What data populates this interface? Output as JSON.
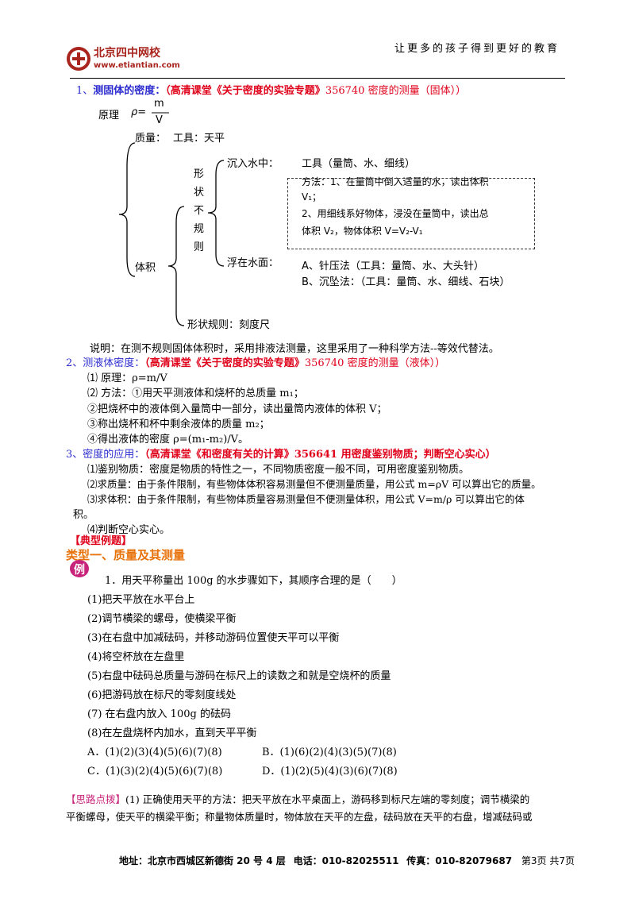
{
  "header": {
    "slogan": "让更多的孩子得到更好的教育",
    "logo_cn": "北京四中网校",
    "logo_url": "www.etiantian.com"
  },
  "sec1": {
    "num": "1、",
    "title": "测固体的密度：",
    "link": "（高清课堂《关于密度的实验专题》",
    "code": "356740 密度的测量（固体））"
  },
  "diagram": {
    "principle": "原理",
    "rho": "ρ=",
    "m": "m",
    "v": "V",
    "mass": "质量：",
    "mass_tool": "工具：天平",
    "shape_irregular": [
      "形",
      "状",
      "不",
      "规",
      "则"
    ],
    "sink": "沉入水中：",
    "sink_tool": "工具（量筒、水、细线）",
    "method_1": "方法：1、在量筒中倒入适量的水，读出体积",
    "method_1b": "V₁；",
    "method_2": "2、用细线系好物体，浸没在量筒中，读出总",
    "method_2b": "体积 V₂，物体体积 V=V₂-V₁",
    "float": "浮在水面：",
    "float_a": "A、针压法（工具：量筒、水、大头针）",
    "float_b": "B、沉坠法：（工具：量筒、水、细线、石块）",
    "volume": "体积",
    "regular": "形状规则：刻度尺"
  },
  "note": "说明：在测不规则固体体积时，采用排液法测量，这里采用了一种科学方法--等效代替法。",
  "sec2": {
    "num": "2、",
    "title": "测液体密度：",
    "link": "（高清课堂《关于密度的实验专题》",
    "code": "356740 密度的测量（液体））",
    "items": [
      "⑴ 原理：ρ=m/V",
      "⑵ 方法：①用天平测液体和烧杯的总质量 m₁；",
      "②把烧杯中的液体倒入量筒中一部分，读出量筒内液体的体积 V；",
      "③称出烧杯和杯中剩余液体的质量 m₂；",
      "④得出液体的密度 ρ=(m₁-m₂)/V。"
    ]
  },
  "sec3": {
    "num": "3、",
    "title": "密度的应用：",
    "link": "（高清课堂《和密度有关的计算》",
    "code": "356641 用密度鉴别物质；判断空心实心）",
    "items": [
      "⑴鉴别物质：密度是物质的特性之一，不同物质密度一般不同，可用密度鉴别物质。",
      "⑵求质量：由于条件限制，有些物体体积容易测量但不便测量质量，用公式 m=ρV 可以算出它的质量。",
      "⑶求体积：由于条件限制，有些物体质量容易测量但不便测量体积，用公式 V=m/ρ 可以算出它的体",
      "积。",
      "⑷判断空心实心。"
    ]
  },
  "examples": {
    "heading": "【典型例题】",
    "type1": "类型一、质量及其测量",
    "badge": "例",
    "q": "1．用天平称量出 100g 的水步骤如下，其顺序合理的是（　　）",
    "steps": [
      "(1)把天平放在水平台上",
      "(2)调节横梁的螺母，使横梁平衡",
      "(3)在右盘中加减砝码，并移动游码位置使天平可以平衡",
      "(4)将空杯放在左盘里",
      "(5)右盘中砝码总质量与游码在标尺上的读数之和就是空烧杯的质量",
      "(6)把游码放在标尺的零刻度线处",
      "(7)  在右盘内放入 100g 的砝码",
      "(8)在左盘烧杯内加水，直到天平平衡"
    ],
    "options": [
      "A．(1)(2)(3)(4)(5)(6)(7)(8)",
      "B．(1)(6)(2)(4)(3)(5)(7)(8)",
      "C．(1)(3)(2)(4)(5)(6)(7)(8)",
      "D．(1)(2)(5)(4)(3)(6)(7)(8)"
    ],
    "hint_label": "【思路点拨】",
    "hint_1": "(1) 正确使用天平的方法：把天平放在水平桌面上，游码移到标尺左端的零刻度；调节横梁的",
    "hint_2": "平衡螺母，使天平的横梁平衡；称量物体质量时，物体放在天平的左盘，砝码放在天平的右盘，增减砝码或"
  },
  "footer": {
    "address": "地址：北京市西城区新德街 20 号 4 层",
    "phone": "电话：010-82025511",
    "fax": "传真：010-82079687",
    "page": "第3页  共7页"
  }
}
